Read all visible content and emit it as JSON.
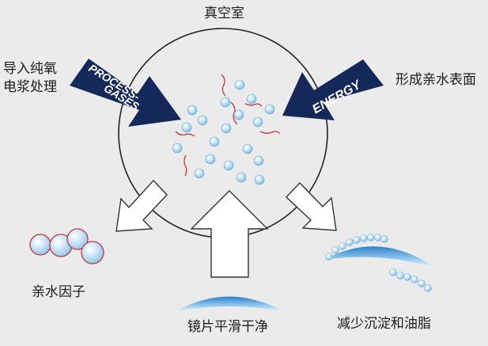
{
  "title": "真空室",
  "labels": {
    "left_line1": "导入纯氧",
    "left_line2": "电浆处理",
    "right": "形成亲水表面",
    "hydrophilic": "亲水因子",
    "clean": "镜片平滑干净",
    "oil": "减少沉淀和油脂"
  },
  "arrows": {
    "process_line1": "PROCESS-",
    "process_line2": "GASES",
    "energy": "ENERGY"
  },
  "colors": {
    "navy": "#15285a",
    "red_strand": "#d0333c",
    "lens_blue": "#3a8ed6",
    "sphere_blue": "#a9d5f1",
    "background": "#ebebeb"
  }
}
